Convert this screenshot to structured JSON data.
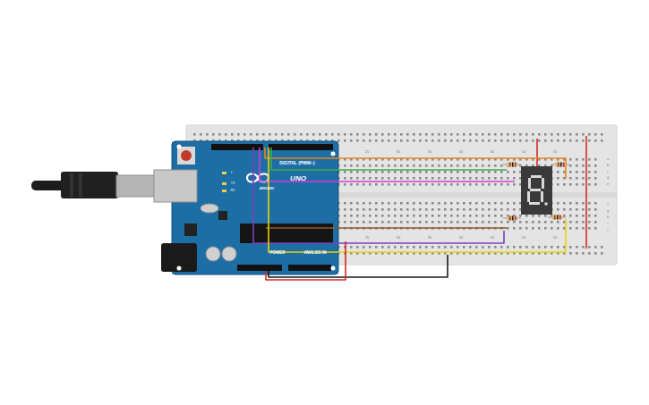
{
  "diagram": {
    "labels": [
      "DIGITAL (PWM~)",
      "UNO",
      "ARDUINO",
      "TX",
      "RX",
      "L",
      "POWER",
      "ANALOG IN",
      "25",
      "30",
      "35",
      "40",
      "45",
      "50",
      "55",
      "25",
      "30",
      "35",
      "40",
      "45",
      "50",
      "55",
      "a",
      "b",
      "c",
      "d",
      "e",
      "f",
      "g",
      "h",
      "i",
      "j"
    ]
  }
}
